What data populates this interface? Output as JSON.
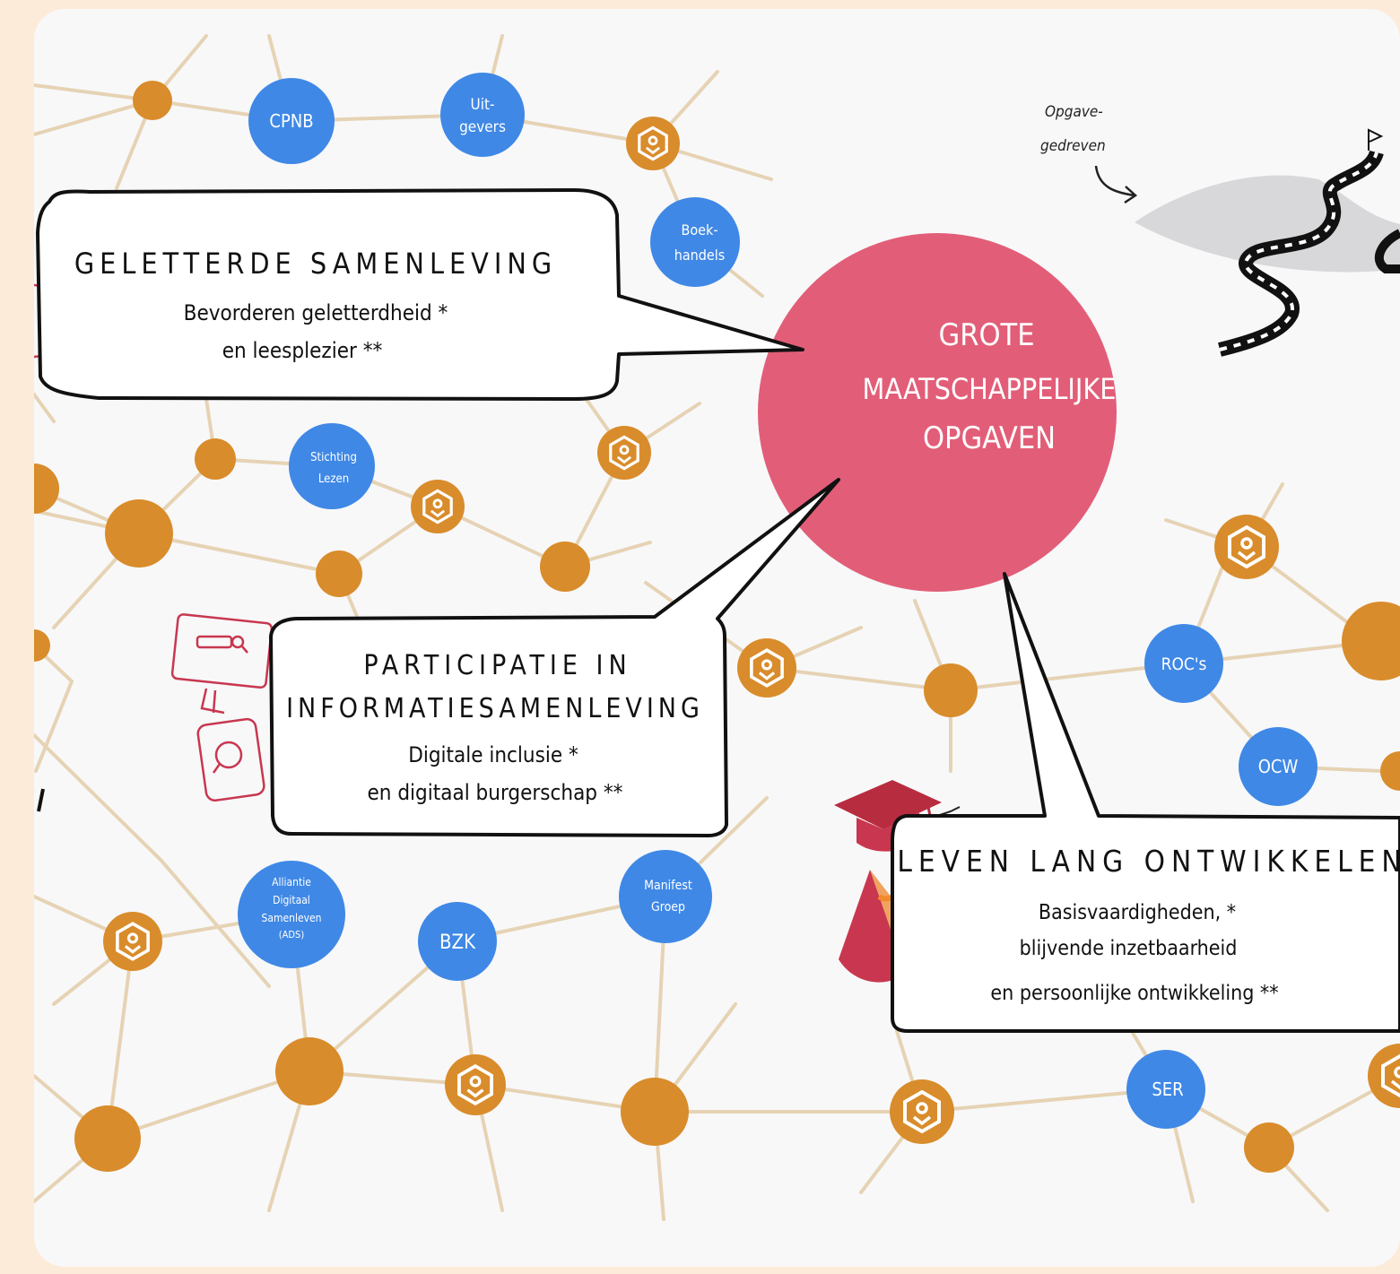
{
  "colors": {
    "page_bg": "#fdebd9",
    "card_bg": "#f8f8f9",
    "edge": "#e6d3b4",
    "org_node": "#d98c2b",
    "partner_node": "#3f88e6",
    "center_circle": "#e25e78",
    "icon_red": "#c8374f"
  },
  "center": {
    "lines": [
      "GROTE",
      "MAATSCHAPPELIJKE",
      "OPGAVEN"
    ]
  },
  "opgave_label": [
    "Opgave-",
    "gedreven"
  ],
  "bubbles": {
    "geletterde": {
      "title": "GELETTERDE SAMENLEVING",
      "lines": [
        "Bevorderen geletterdheid *",
        "en leesplezier **"
      ]
    },
    "participatie": {
      "title_lines": [
        "PARTICIPATIE IN",
        "INFORMATIESAMENLEVING"
      ],
      "lines": [
        "Digitale inclusie *",
        "en digitaal burgerschap **"
      ]
    },
    "leven": {
      "title": "LEVEN LANG ONTWIKKELEN",
      "lines": [
        "Basisvaardigheden, *",
        "blijvende inzetbaarheid",
        "en persoonlijke ontwikkeling **"
      ]
    }
  },
  "partners": {
    "cpnb": [
      "CPNB"
    ],
    "uitgevers": [
      "Uit-",
      "gevers"
    ],
    "boekhandels": [
      "Boek-",
      "handels"
    ],
    "stichting": [
      "Stichting",
      "Lezen"
    ],
    "roc": [
      "ROC's"
    ],
    "ocw": [
      "OCW"
    ],
    "alliantie": [
      "Alliantie",
      "Digitaal",
      "Samenleven",
      "(ADS)"
    ],
    "bzk": [
      "BZK"
    ],
    "manifest": [
      "Manifest",
      "Groep"
    ],
    "ser": [
      "SER"
    ]
  }
}
